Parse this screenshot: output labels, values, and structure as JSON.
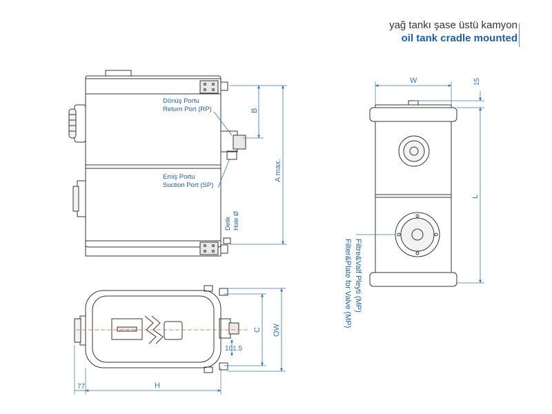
{
  "header": {
    "title_tr": "yağ tankı şase üstü kamyon",
    "title_en": "oil tank cradle mounted"
  },
  "colors": {
    "line": "#333333",
    "dimension": "#2f74c0",
    "centerline": "#e05a2a",
    "label": "#1f5fa6"
  },
  "side_view": {
    "return_port_tr": "Dönüş Portu",
    "return_port_en": "Return Port (RP)",
    "suction_port_tr": "Emiş Portu",
    "suction_port_en": "Suction Port (SP)",
    "hole_tr": "Delik",
    "hole_en": "Hole Ø",
    "dim_b": "B",
    "dim_a": "A max."
  },
  "end_view": {
    "dim_w": "W",
    "dim_15": "15",
    "dim_l": "L",
    "plate_tr": "Filtre&Valf Pleyti (MP)",
    "plate_en": "Filter&Plate for Valve (MP)"
  },
  "top_view": {
    "dim_c": "C",
    "dim_ow": "OW",
    "dim_1015": "101.5",
    "dim_77": "77",
    "dim_h": "H"
  }
}
